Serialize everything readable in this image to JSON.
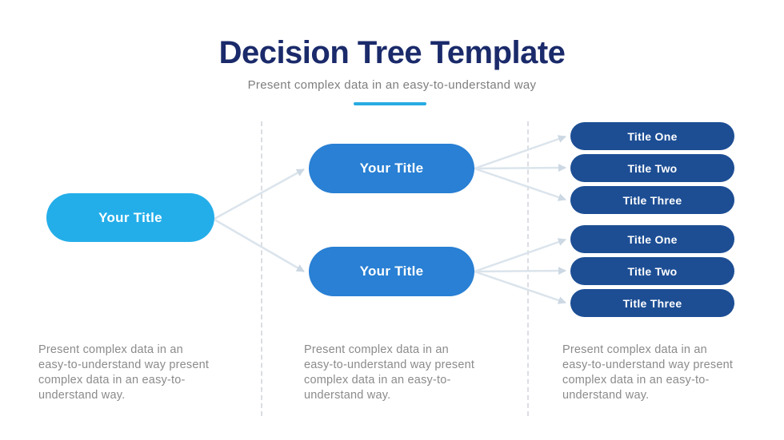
{
  "header": {
    "title": "Decision Tree Template",
    "subtitle": "Present complex data in an easy-to-understand way"
  },
  "tree": {
    "root": {
      "label": "Your Title"
    },
    "branches": [
      {
        "label": "Your Title",
        "leaves": [
          {
            "label": "Title One"
          },
          {
            "label": "Title Two"
          },
          {
            "label": "Title Three"
          }
        ]
      },
      {
        "label": "Your Title",
        "leaves": [
          {
            "label": "Title One"
          },
          {
            "label": "Title Two"
          },
          {
            "label": "Title Three"
          }
        ]
      }
    ]
  },
  "footer": {
    "paragraphs": [
      {
        "lines": [
          "Present complex data in an",
          "easy-to-understand way present",
          "complex data in an easy-to-",
          "understand way."
        ]
      },
      {
        "lines": [
          "Present complex data in an",
          "easy-to-understand way present",
          "complex data in an easy-to-",
          "understand way."
        ]
      },
      {
        "lines": [
          "Present complex data in an",
          "easy-to-understand way present",
          "complex data in an easy-to-",
          "understand way."
        ]
      }
    ]
  },
  "colors": {
    "title_navy": "#1a2a6a",
    "accent_cyan": "#29abe2",
    "root_blue": "#24aee9",
    "branch_blue": "#2980d4",
    "leaf_navy": "#1d4e94",
    "connector": "#dbe4ec",
    "body_gray": "#8b8b8b"
  }
}
